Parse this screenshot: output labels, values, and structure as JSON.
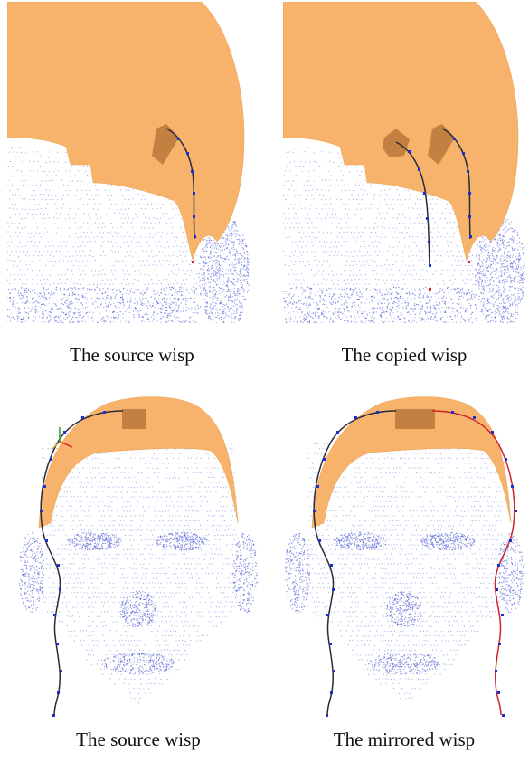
{
  "figure": {
    "panels": [
      {
        "caption": "The source wisp"
      },
      {
        "caption": "The copied wisp"
      },
      {
        "caption": "The source wisp"
      },
      {
        "caption": "The mirrored wisp"
      }
    ]
  },
  "colors": {
    "scalp": "#f7b36b",
    "scalp_edge": "#eaa050",
    "patch": "#b87838",
    "mesh_dots": "#5a68d8",
    "strand": "#2a2a3a",
    "control_point": "#1a2fd0",
    "root_point": "#e02020",
    "mirrored_strand": "#d02030"
  },
  "icons": {
    "axis_gizmo": "axis-gizmo-icon"
  }
}
